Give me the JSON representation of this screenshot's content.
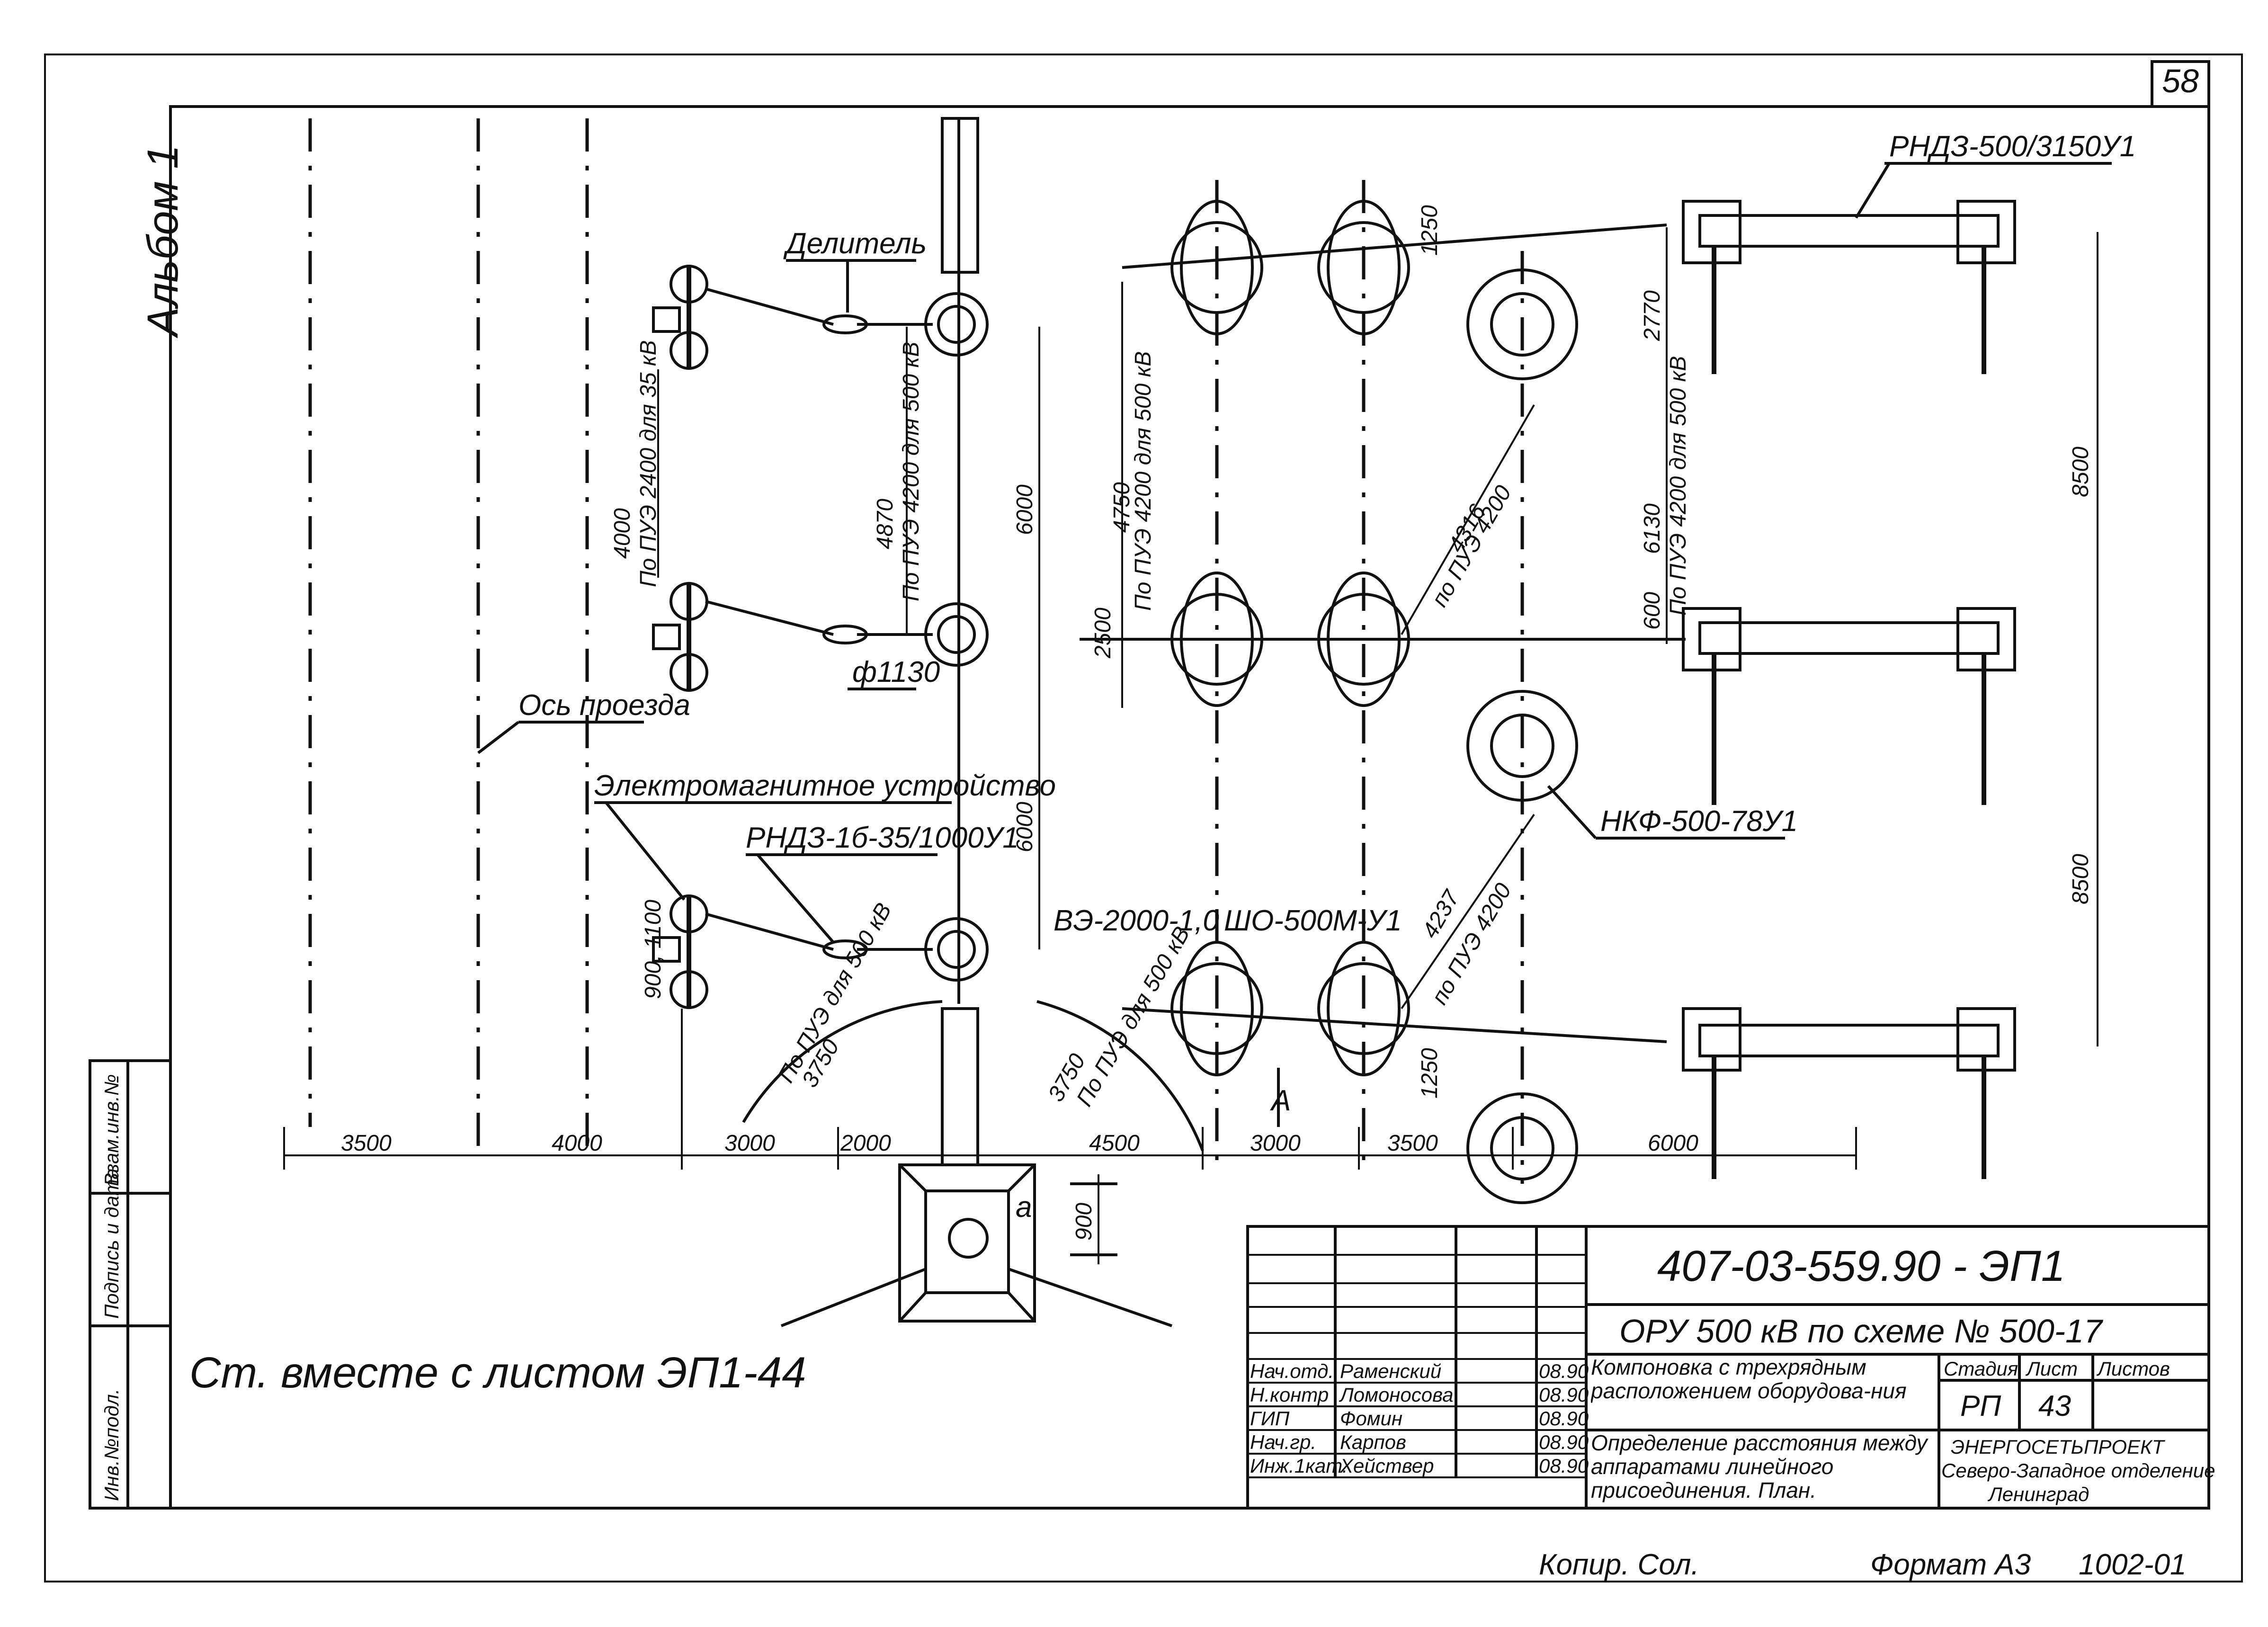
{
  "sheet": {
    "number": "58",
    "album": "Альбом 1",
    "see_also": "Ст. вместе с листом ЭП1-44",
    "copy_label": "Копир. Сол.",
    "format": "Формат А3",
    "code_bottom": "1002-01",
    "side_stamp": [
      "Инв.№подл.",
      "Подпись и дата",
      "Взам.инв.№"
    ]
  },
  "labels": {
    "splitter": "Делитель",
    "axis": "Ось проезда",
    "em_device": "Электромагнитное устройство",
    "rnd_small": "РНДЗ-1б-35/1000У1",
    "rnd_big": "РНДЗ-500/3150У1",
    "nkf": "НКФ-500-78У1",
    "ve": "ВЭ-2000-1,0",
    "sho": "ШО-500М-У1",
    "dia": "ф1130",
    "view_a": "А",
    "view_a2": "а"
  },
  "dims": {
    "bottom": [
      "3500",
      "4000",
      "3000",
      "2000",
      "4500",
      "3000",
      "3500",
      "6000"
    ],
    "v6000a": "6000",
    "v6000b": "6000",
    "v4000": "4000",
    "v4000_note": "По ПУЭ 2400 для 35 кВ",
    "v4870": "4870",
    "v4870_note": "По ПУЭ 4200 для 500 кВ",
    "v900_1100": "900, 1100",
    "v4750": "4750",
    "v4750_note": "По ПУЭ 4200 для 500 кВ",
    "v2500": "2500",
    "v1250a": "1250",
    "v2770": "2770",
    "v6130": "6130",
    "v6130_note": "По ПУЭ 4200 для 500 кВ",
    "v600": "600",
    "v8500a": "8500",
    "v8500b": "8500",
    "v1250b": "1250",
    "d4316": "4316",
    "d4316_note": "по ПУЭ 4200",
    "d4237": "4237",
    "d4237_note": "по ПУЭ 4200",
    "r3750a": "3750",
    "r3750a_note": "По ПУЭ для 500 кВ",
    "r3750b": "3750",
    "r3750b_note": "По ПУЭ для 500 кВ",
    "v900": "900"
  },
  "title_block": {
    "doc_code": "407-03-559.90 - ЭП1",
    "project": "ОРУ 500 кВ по схеме № 500-17",
    "title1": "Компоновка с трехрядным расположением оборудова-ния",
    "title2": "Определение расстояния между аппаратами линейного присоединения. План.",
    "stage_hdr": "Стадия",
    "sheet_hdr": "Лист",
    "sheets_hdr": "Листов",
    "stage": "РП",
    "sheet": "43",
    "org1": "ЭНЕРГОСЕТЬПРОЕКТ",
    "org2": "Северо-Западное отделение",
    "org3": "Ленинград",
    "roles": [
      {
        "role": "Нач.отд.",
        "name": "Раменский",
        "date": "08.90"
      },
      {
        "role": "Н.контр",
        "name": "Ломоносова",
        "date": "08.90"
      },
      {
        "role": "ГИП",
        "name": "Фомин",
        "date": "08.90"
      },
      {
        "role": "Нач.гр.",
        "name": "Карпов",
        "date": "08.90"
      },
      {
        "role": "Инж.1кат.",
        "name": "Хействер",
        "date": "08.90"
      }
    ]
  }
}
